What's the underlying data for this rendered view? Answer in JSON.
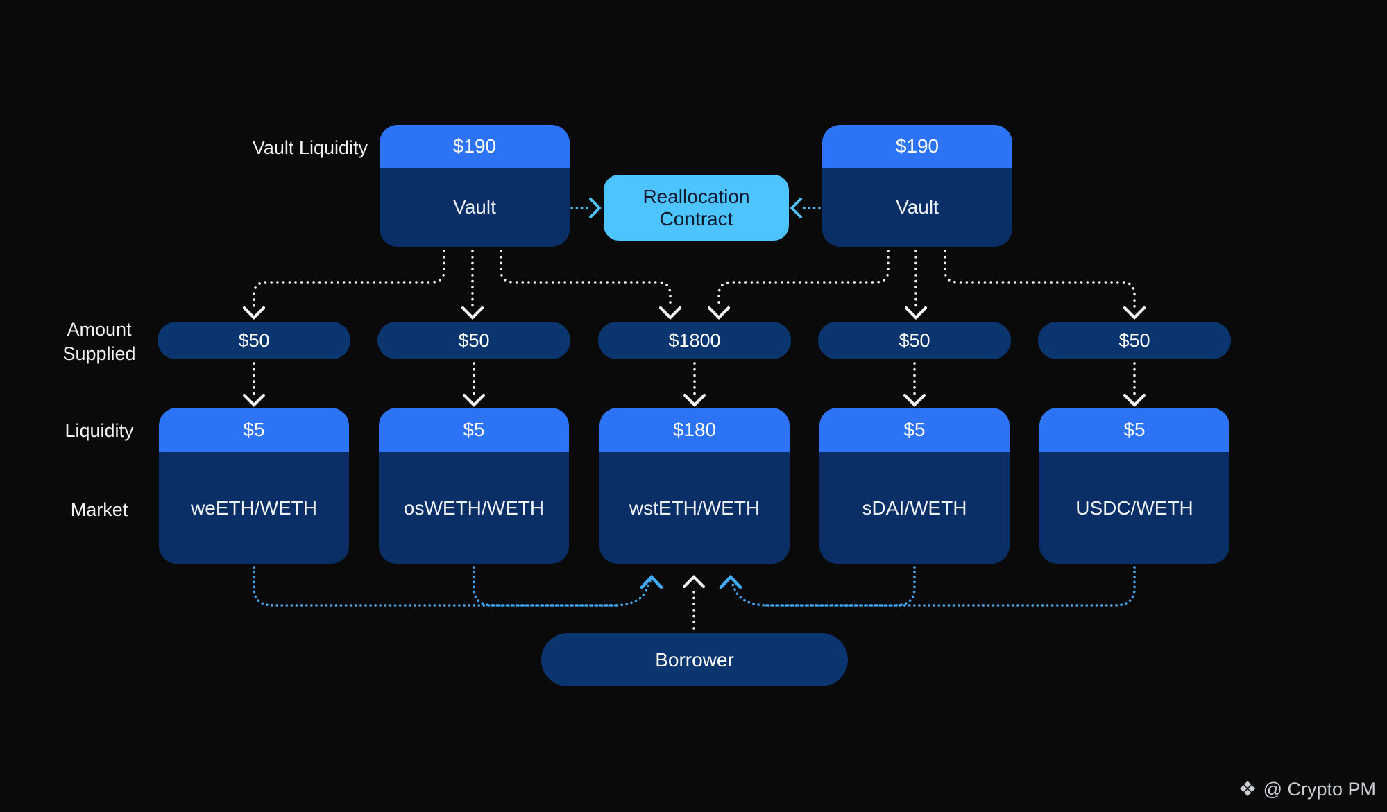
{
  "labels": {
    "vault_liquidity": "Vault Liquidity",
    "amount_supplied_line1": "Amount",
    "amount_supplied_line2": "Supplied",
    "liquidity": "Liquidity",
    "market": "Market"
  },
  "vaults": [
    {
      "liquidity": "$190",
      "name": "Vault"
    },
    {
      "liquidity": "$190",
      "name": "Vault"
    }
  ],
  "reallocation": {
    "line1": "Reallocation",
    "line2": "Contract"
  },
  "columns": [
    {
      "amount_supplied": "$50",
      "liquidity": "$5",
      "market": "weETH/WETH"
    },
    {
      "amount_supplied": "$50",
      "liquidity": "$5",
      "market": "osWETH/WETH"
    },
    {
      "amount_supplied": "$1800",
      "liquidity": "$180",
      "market": "wstETH/WETH"
    },
    {
      "amount_supplied": "$50",
      "liquidity": "$5",
      "market": "sDAI/WETH"
    },
    {
      "amount_supplied": "$50",
      "liquidity": "$5",
      "market": "USDC/WETH"
    }
  ],
  "borrower": {
    "label": "Borrower"
  },
  "watermark": {
    "icon": "❖",
    "text": "@ Crypto PM"
  },
  "colors": {
    "background": "#0a0a0b",
    "header_blue": "#2c73f6",
    "body_navy": "#0a2e66",
    "pill_navy": "#0a356f",
    "reallocation_cyan": "#4ec4fe",
    "connector_white": "#f3f4f5",
    "connector_blue": "#41aaf7",
    "watermark_gray": "#c9cdd2"
  }
}
